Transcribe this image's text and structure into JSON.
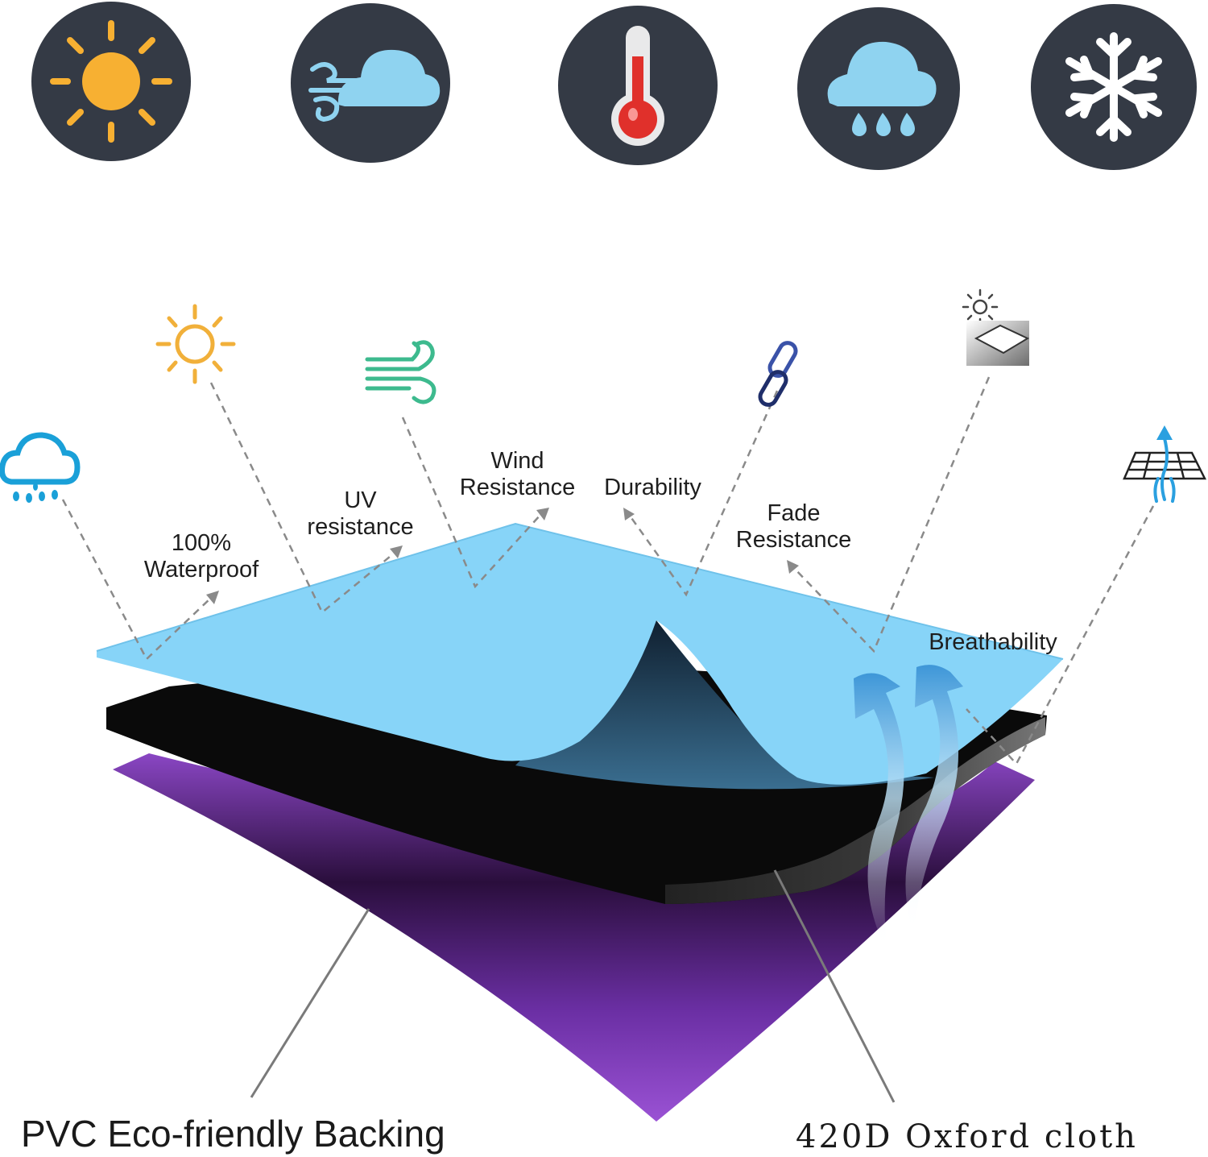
{
  "colors": {
    "badge_bg": "#343a45",
    "sun": "#f7b032",
    "cloud": "#8fd3f0",
    "thermo_red": "#e0302b",
    "blue_layer": "#87d4f8",
    "black_layer": "#0a0a0a",
    "purple_layer": "#8a46c4",
    "callout_line": "#8a8a8a"
  },
  "badges": [
    {
      "icon": "sun-icon"
    },
    {
      "icon": "wind-cloud-icon"
    },
    {
      "icon": "thermometer-icon"
    },
    {
      "icon": "rain-cloud-icon"
    },
    {
      "icon": "snowflake-icon"
    }
  ],
  "features": {
    "waterproof": {
      "line1": "100%",
      "line2": "Waterproof",
      "icon": "rain-cloud-icon"
    },
    "uv": {
      "line1": "UV",
      "line2": "resistance",
      "icon": "sun-outline-icon"
    },
    "wind": {
      "line1": "Wind",
      "line2": "Resistance",
      "icon": "wind-icon"
    },
    "durability": {
      "line1": "Durability",
      "icon": "chain-link-icon"
    },
    "fade": {
      "line1": "Fade",
      "line2": "Resistance",
      "icon": "sun-on-surface-icon"
    },
    "breathability": {
      "line1": "Breathability",
      "icon": "breathable-grid-icon"
    }
  },
  "layers": {
    "backing": "PVC Eco-friendly Backing",
    "fabric": "420D Oxford cloth"
  }
}
